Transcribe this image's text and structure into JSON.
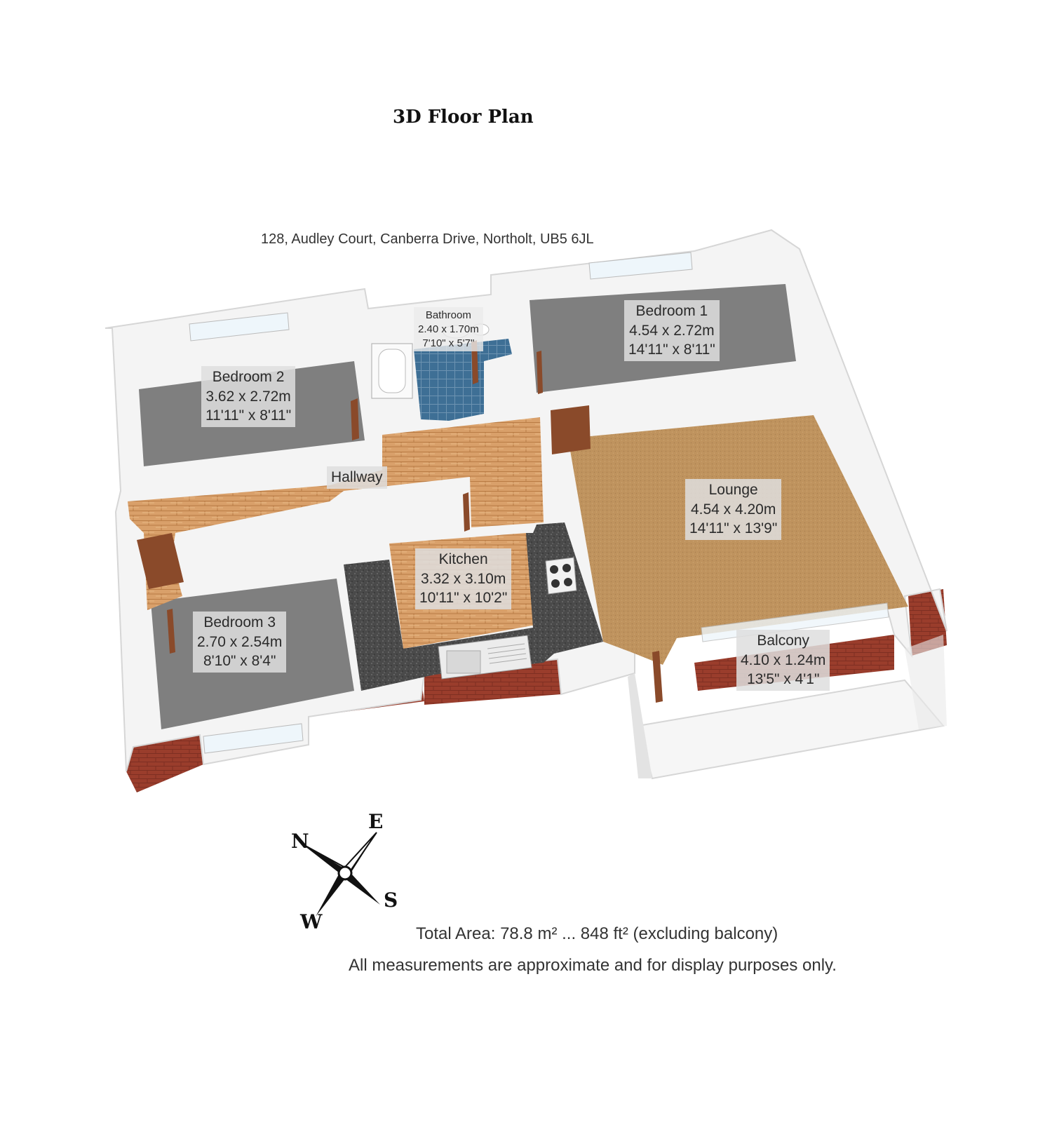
{
  "title": "3D Floor Plan",
  "address": "128, Audley Court, Canberra Drive, Northolt, UB5 6JL",
  "rooms": {
    "bedroom1": {
      "name": "Bedroom 1",
      "metric": "4.54 x 2.72m",
      "imperial": "14'11\" x 8'11\""
    },
    "bedroom2": {
      "name": "Bedroom 2",
      "metric": "3.62 x 2.72m",
      "imperial": "11'11\" x 8'11\""
    },
    "bedroom3": {
      "name": "Bedroom 3",
      "metric": "2.70 x 2.54m",
      "imperial": "8'10\" x 8'4\""
    },
    "bathroom": {
      "name": "Bathroom",
      "metric": "2.40 x 1.70m",
      "imperial": "7'10\" x 5'7\""
    },
    "hallway": {
      "name": "Hallway"
    },
    "kitchen": {
      "name": "Kitchen",
      "metric": "3.32 x 3.10m",
      "imperial": "10'11\" x 10'2\""
    },
    "lounge": {
      "name": "Lounge",
      "metric": "4.54 x 4.20m",
      "imperial": "14'11\" x 13'9\""
    },
    "balcony": {
      "name": "Balcony",
      "metric": "4.10 x 1.24m",
      "imperial": "13'5\" x 4'1\""
    }
  },
  "compass": {
    "n": "N",
    "e": "E",
    "s": "S",
    "w": "W"
  },
  "total_area": "Total Area: 78.8 m² ... 848 ft² (excluding balcony)",
  "disclaimer": "All measurements are approximate and for display purposes only.",
  "colors": {
    "wall": "#f4f4f4",
    "wall_edge": "#d6d6d6",
    "bedroom_floor": "#7f7f7f",
    "wood_floor": "#d9a06a",
    "carpet": "#bf935e",
    "tile": "#3e6f95",
    "granite": "#4a4a4a",
    "brick": "#9a3d2c",
    "door": "#8a4a2a"
  }
}
